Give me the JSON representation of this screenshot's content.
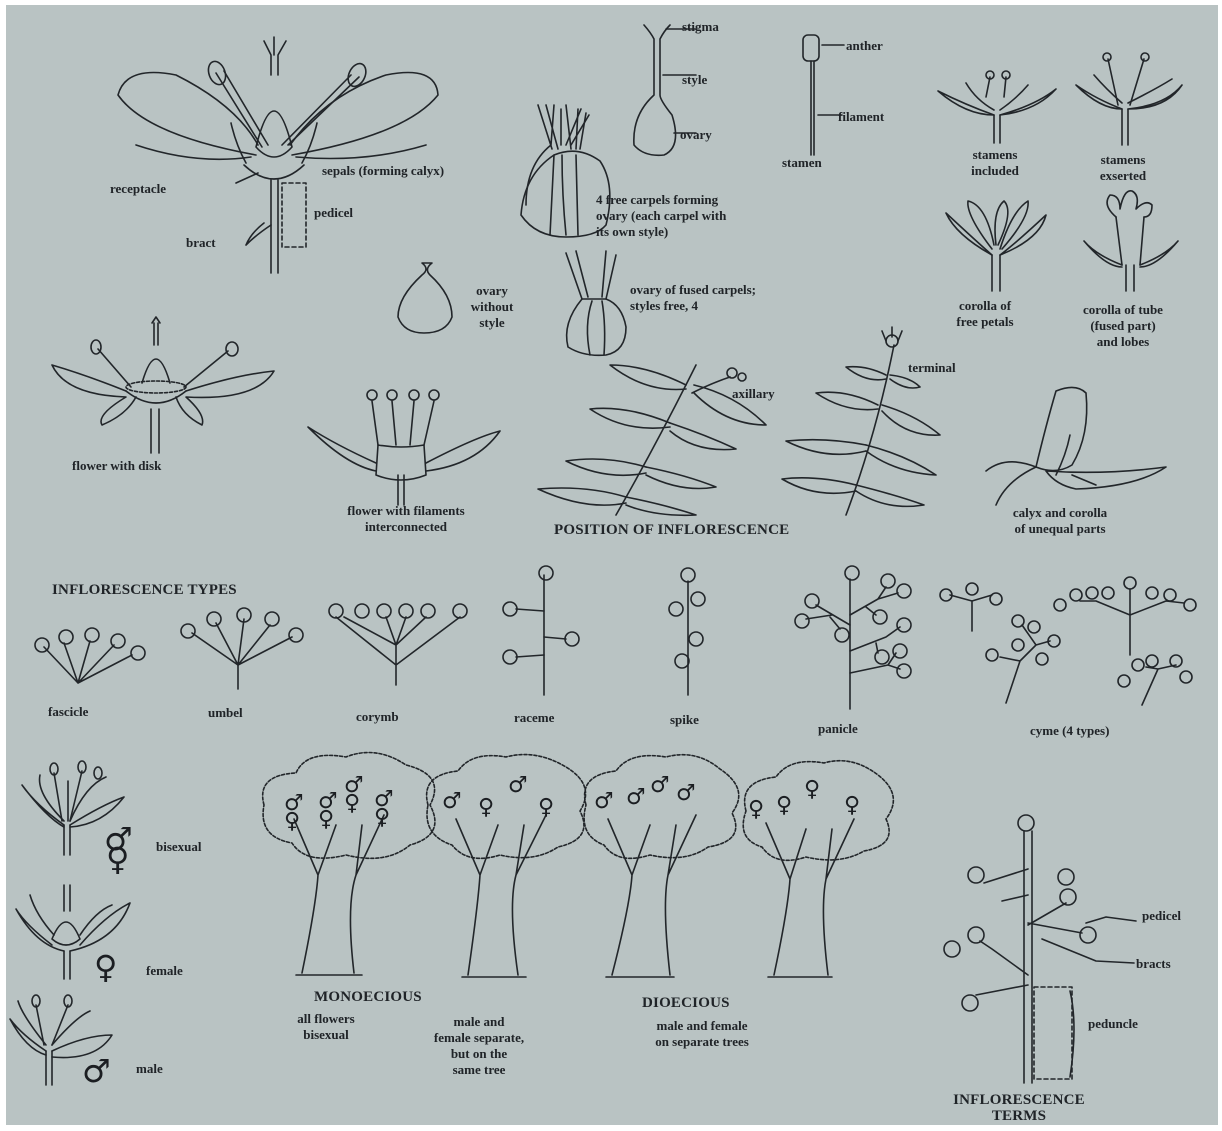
{
  "labels": {
    "stigma": "stigma",
    "style": "style",
    "ovary": "ovary",
    "anther": "anther",
    "filament": "filament",
    "stamen": "stamen",
    "stamens_included": "stamens\nincluded",
    "stamens_exserted": "stamens\nexserted",
    "receptacle": "receptacle",
    "sepals": "sepals (forming calyx)",
    "pedicel_top": "pedicel",
    "bract": "bract",
    "four_free_carpels": "4 free carpels forming\novary (each carpel with\nits own style)",
    "ovary_without_style": "ovary\nwithout\nstyle",
    "ovary_fused_carpels": "ovary of fused carpels;\nstyles free, 4",
    "corolla_free_petals": "corolla of\nfree petals",
    "corolla_tube": "corolla of tube\n(fused part)\nand lobes",
    "terminal": "terminal",
    "axillary": "axillary",
    "flower_with_disk": "flower with disk",
    "flower_filaments": "flower with filaments\ninterconnected",
    "position_inflorescence": "POSITION OF INFLORESCENCE",
    "calyx_corolla_unequal": "calyx and corolla\nof unequal parts",
    "inflorescence_types": "INFLORESCENCE TYPES",
    "fascicle": "fascicle",
    "umbel": "umbel",
    "corymb": "corymb",
    "raceme": "raceme",
    "spike": "spike",
    "panicle": "panicle",
    "cyme": "cyme (4 types)",
    "bisexual": "bisexual",
    "female": "female",
    "male": "male",
    "monoecious": "MONOECIOUS",
    "all_flowers_bisexual": "all flowers\nbisexual",
    "male_female_same_tree": "male and\nfemale separate,\nbut on the\nsame tree",
    "dioecious": "DIOECIOUS",
    "dioecious_desc": "male and female\non separate trees",
    "pedicel_terms": "pedicel",
    "bracts": "bracts",
    "peduncle": "peduncle",
    "inflorescence_terms": "INFLORESCENCE\nTERMS"
  },
  "symbols": {
    "male": "♂",
    "female": "♀"
  },
  "colors": {
    "background": "#b9c3c3",
    "ink": "#202428"
  }
}
